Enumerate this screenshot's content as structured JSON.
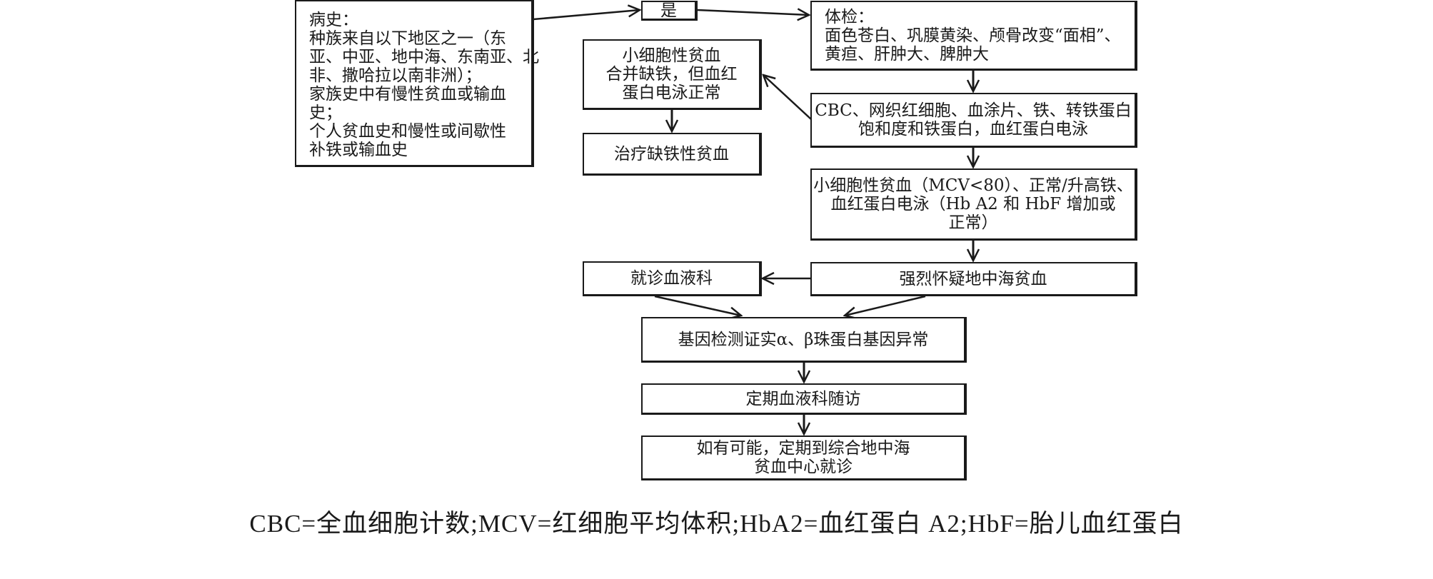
{
  "diagram": {
    "history_box": {
      "lines": [
        "病史：",
        "种族来自以下地区之一（东",
        "亚、中亚、地中海、东南亚、北",
        "非、撒哈拉以南非洲）；",
        "家族史中有慢性贫血或输血",
        "史；",
        "个人贫血史和慢性或间歇性",
        "补铁或输血史"
      ]
    },
    "yes_box": {
      "label": "是"
    },
    "exam_box": {
      "lines": [
        "体检：",
        "面色苍白、巩膜黄染、颅骨改变“面相”、",
        "黄疸、肝肿大、脾肿大"
      ]
    },
    "tests_box": {
      "lines": [
        "CBC、网织红细胞、血涂片、铁、转铁蛋白",
        "饱和度和铁蛋白，血红蛋白电泳"
      ]
    },
    "iron_def_box": {
      "lines": [
        "小细胞性贫血",
        "合并缺铁，但血红",
        "蛋白电泳正常"
      ]
    },
    "treat_box": {
      "label": "治疗缺铁性贫血"
    },
    "microcytic_box": {
      "lines": [
        "小细胞性贫血（MCV<80）、正常/升高铁、",
        "血红蛋白电泳（Hb A2 和 HbF 增加或",
        "正常）"
      ]
    },
    "suspect_box": {
      "label": "强烈怀疑地中海贫血"
    },
    "hematology_box": {
      "label": "就诊血液科"
    },
    "genetic_box": {
      "label": "基因检测证实α、β珠蛋白基因异常"
    },
    "followup_box": {
      "label": "定期血液科随访"
    },
    "center_box": {
      "lines": [
        "如有可能，定期到综合地中海",
        "贫血中心就诊"
      ]
    },
    "footnote": "CBC=全血细胞计数;MCV=红细胞平均体积;HbA2=血红蛋白 A2;HbF=胎儿血红蛋白"
  }
}
